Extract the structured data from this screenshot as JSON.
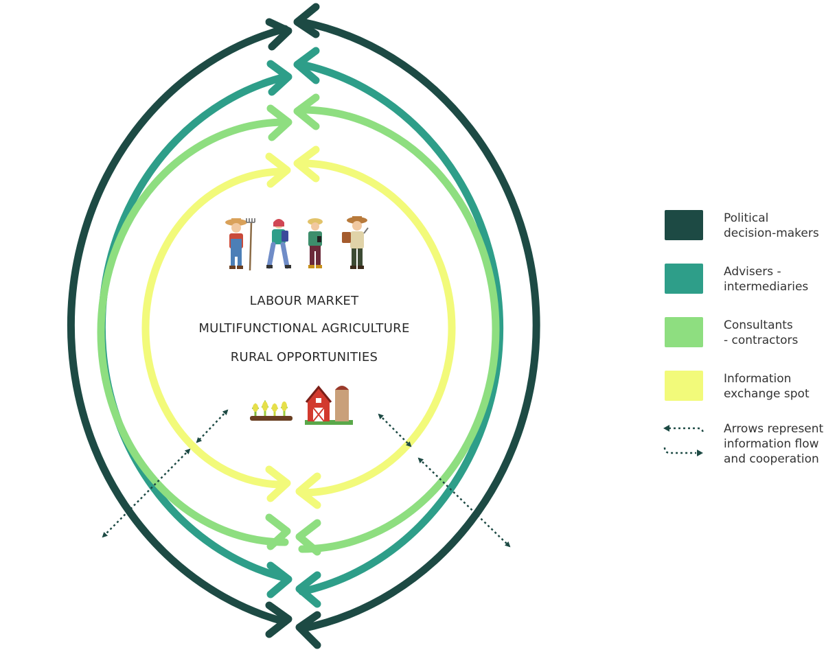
{
  "center": {
    "line1": "LABOUR MARKET",
    "line2": "MULTIFUNCTIONAL AGRICULTURE",
    "line3": "RURAL OPPORTUNITIES"
  },
  "rings": [
    {
      "name": "political",
      "color": "#1d4a44"
    },
    {
      "name": "advisers",
      "color": "#2e9e89"
    },
    {
      "name": "consultants",
      "color": "#8ede80"
    },
    {
      "name": "information",
      "color": "#f2fa7a"
    }
  ],
  "legend": {
    "political": {
      "label": "Political\ndecision-makers",
      "color": "#1d4a44"
    },
    "advisers": {
      "label": "Advisers -\nintermediaries",
      "color": "#2e9e89"
    },
    "consultants": {
      "label": "Consultants\n- contractors",
      "color": "#8ede80"
    },
    "information": {
      "label": "Information\nexchange spot",
      "color": "#f2fa7a"
    },
    "arrows": {
      "label": "Arrows represent\ninformation flow\nand cooperation"
    }
  },
  "icons": {
    "people": [
      "farmer-with-pitchfork-icon",
      "hiker-woman-icon",
      "farmer-with-phone-icon",
      "gardener-with-basket-icon"
    ],
    "crops": "crop-seedlings-icon",
    "barn": "red-barn-with-silo-icon"
  },
  "flow_arrow_color": "#1d4a44"
}
